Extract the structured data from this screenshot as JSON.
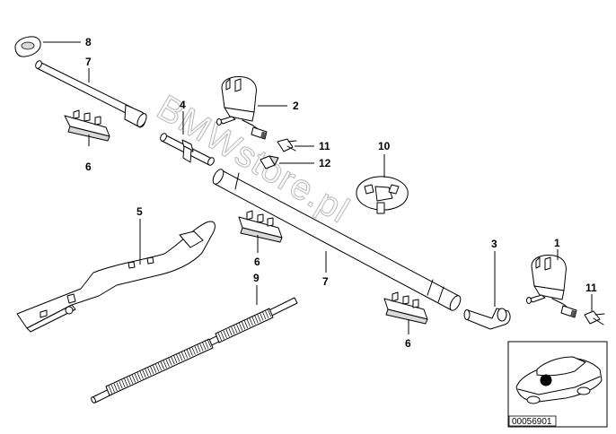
{
  "callouts": {
    "c1": "1",
    "c2": "2",
    "c3": "3",
    "c4": "4",
    "c5": "5",
    "c6a": "6",
    "c6b": "6",
    "c6c": "6",
    "c7a": "7",
    "c7b": "7",
    "c8": "8",
    "c9": "9",
    "c10": "10",
    "c11a": "11",
    "c11b": "11",
    "c12": "12"
  },
  "watermark": "BMWstore.pl",
  "reference_number": "00056901"
}
